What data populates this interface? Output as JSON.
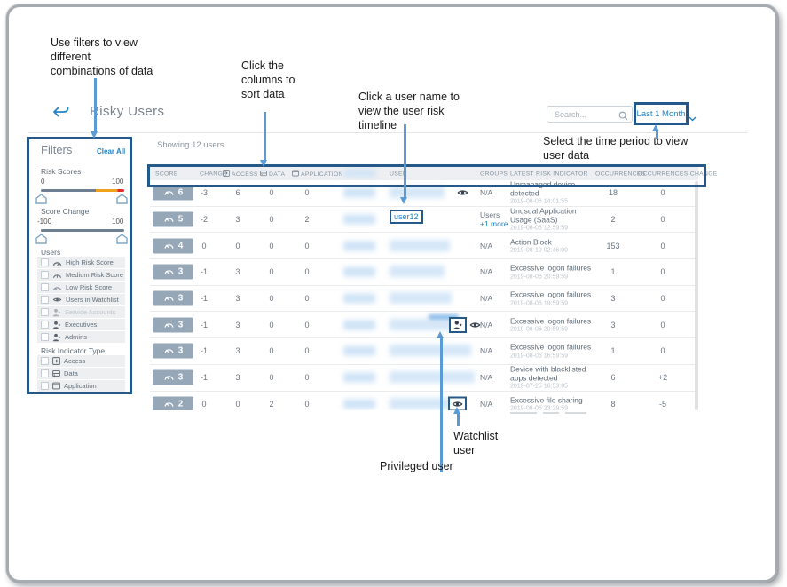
{
  "colors": {
    "accent": "#2283c5",
    "annotation_border": "#24598a",
    "arrow": "#5b9bd5",
    "badge_bg": "#96a7b8",
    "slider_orange": "#f0a21c",
    "slider_red": "#e02b2b"
  },
  "annotations": {
    "filters": "Use filters to view\ndifferent\ncombinations of data",
    "columns": "Click the\ncolumns to\nsort data",
    "username": "Click a user name to\nview the user risk\ntimeline",
    "time_period": "Select the time period to view\nuser data",
    "watchlist": "Watchlist\nuser",
    "privileged": "Privileged user"
  },
  "header": {
    "title": "Risky Users",
    "search_placeholder": "Search...",
    "time_period": "Last 1 Month"
  },
  "filters": {
    "title": "Filters",
    "clear_all": "Clear All",
    "risk_scores": {
      "label": "Risk Scores",
      "min": "0",
      "max": "100"
    },
    "score_change": {
      "label": "Score Change",
      "min": "-100",
      "max": "100"
    },
    "users_label": "Users",
    "user_options": [
      {
        "label": "High Risk Score"
      },
      {
        "label": "Medium Risk Score"
      },
      {
        "label": "Low Risk Score"
      },
      {
        "label": "Users in Watchlist"
      },
      {
        "label": "Service Accounts"
      },
      {
        "label": "Executives"
      },
      {
        "label": "Admins"
      }
    ],
    "indicator_label": "Risk Indicator Type",
    "indicator_options": [
      {
        "label": "Access"
      },
      {
        "label": "Data"
      },
      {
        "label": "Application"
      }
    ]
  },
  "table": {
    "showing": "Showing 12 users",
    "columns": {
      "score": "SCORE",
      "change": "CHANGE",
      "access": "ACCESS",
      "data": "DATA",
      "application": "APPLICATION",
      "user": "USER",
      "groups": "GROUPS",
      "indicator": "LATEST RISK INDICATOR",
      "occurrences": "OCCURRENCES",
      "occ_change": "OCCURRENCES CHANGE"
    },
    "rows": [
      {
        "score": "6",
        "change": "-3",
        "access": "6",
        "data": "0",
        "application": "0",
        "groups": "N/A",
        "indicator": "Unmanaged device detected",
        "time": "2019-08-06 14:01:55",
        "occurrences": "18",
        "occ_change": "0",
        "watchlist": true,
        "user_blur": 62
      },
      {
        "score": "5",
        "change": "-2",
        "access": "3",
        "data": "0",
        "application": "2",
        "user_link": "user12",
        "groups": "Users",
        "groups_more": "+1 more",
        "indicator": "Unusual Application Usage (SaaS)",
        "time": "2019-08-06 12:59:59",
        "occurrences": "2",
        "occ_change": "0"
      },
      {
        "score": "4",
        "change": "0",
        "access": "0",
        "data": "0",
        "application": "0",
        "groups": "N/A",
        "indicator": "Action Block",
        "time": "2019-08-10 02:46:00",
        "occurrences": "153",
        "occ_change": "0",
        "user_blur": 68
      },
      {
        "score": "3",
        "change": "-1",
        "access": "3",
        "data": "0",
        "application": "0",
        "groups": "N/A",
        "indicator": "Excessive logon failures",
        "time": "2019-08-06 20:59:59",
        "occurrences": "1",
        "occ_change": "0",
        "user_blur": 62
      },
      {
        "score": "3",
        "change": "-1",
        "access": "3",
        "data": "0",
        "application": "0",
        "groups": "N/A",
        "indicator": "Excessive logon failures",
        "time": "2019-08-06 19:59:59",
        "occurrences": "3",
        "occ_change": "0",
        "user_blur": 70
      },
      {
        "score": "3",
        "change": "-1",
        "access": "3",
        "data": "0",
        "application": "0",
        "groups": "N/A",
        "indicator": "Excessive logon failures",
        "time": "2019-08-06 20:59:59",
        "occurrences": "3",
        "occ_change": "0",
        "user_blur": 74,
        "privileged": true,
        "privileged_boxed": true,
        "watchlist": true,
        "note_blur": true
      },
      {
        "score": "3",
        "change": "-1",
        "access": "3",
        "data": "0",
        "application": "0",
        "groups": "N/A",
        "indicator": "Excessive logon failures",
        "time": "2019-08-06 16:59:59",
        "occurrences": "1",
        "occ_change": "0",
        "user_blur": 92
      },
      {
        "score": "3",
        "change": "-1",
        "access": "3",
        "data": "0",
        "application": "0",
        "groups": "N/A",
        "indicator": "Device with blacklisted apps detected",
        "time": "2019-07-25 16:53:05",
        "occurrences": "6",
        "occ_change": "+2",
        "user_blur": 96
      },
      {
        "score": "2",
        "change": "0",
        "access": "0",
        "data": "2",
        "application": "0",
        "groups": "N/A",
        "indicator": "Excessive file sharing",
        "time": "2019-08-06 23:29:59",
        "occurrences": "8",
        "occ_change": "-5",
        "user_blur": 78,
        "watchlist": true,
        "watchlist_boxed": true
      }
    ]
  }
}
